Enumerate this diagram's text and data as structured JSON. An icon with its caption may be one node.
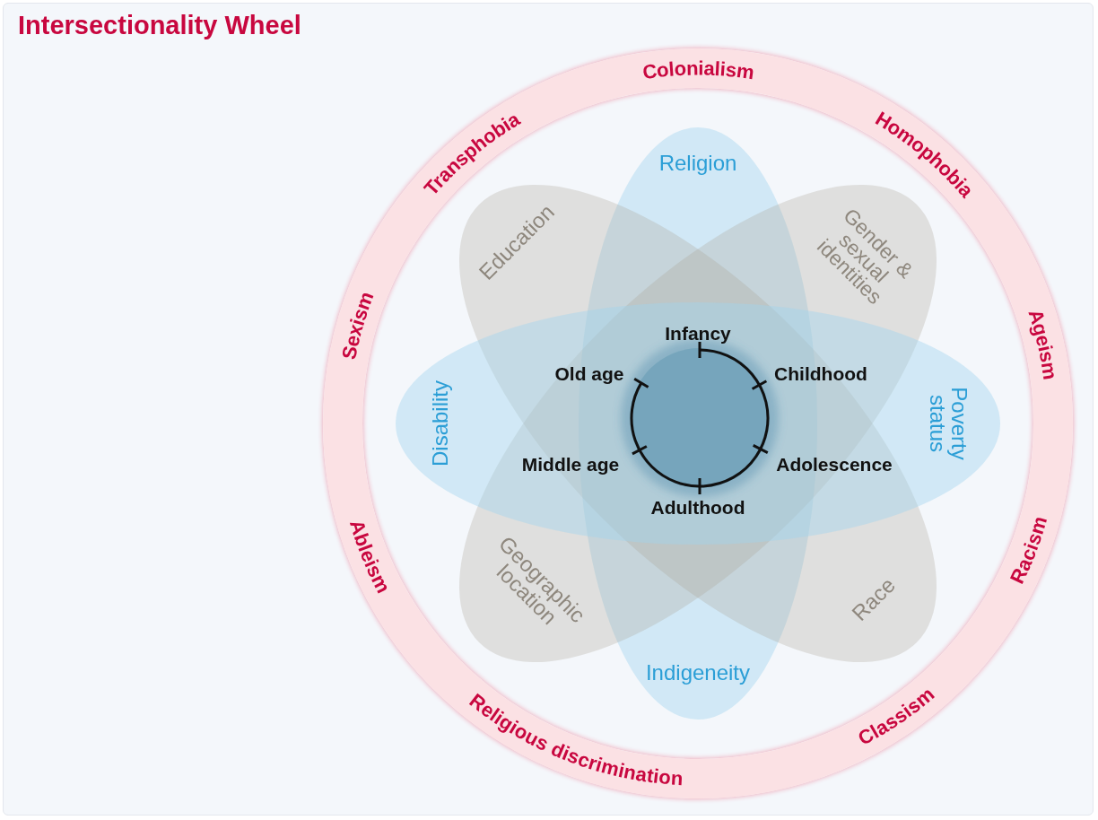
{
  "diagram": {
    "title": "Intersectionality Wheel",
    "nodes": [
      {
        "text": [
          "Colonialism",
          "Homophobia",
          "Ageism",
          "Racism",
          "Classism",
          "Religious discrimination",
          "Ableism",
          "Sexism",
          "Transphobia"
        ]
      },
      {
        "text": [
          "Religion",
          "Indigeneity"
        ],
        "in": 0
      },
      {
        "text": [
          "Education",
          "Race"
        ],
        "in": 0
      },
      {
        "text": [
          "Gender & sexual identities",
          "Geographic location"
        ],
        "in": 0
      },
      {
        "text": [
          "Disability",
          "Poverty status"
        ],
        "in": 0
      },
      {
        "text": [
          "Infancy",
          "Childhood",
          "Adolescence",
          "Adulthood",
          "Middle age",
          "Old age"
        ]
      }
    ]
  }
}
